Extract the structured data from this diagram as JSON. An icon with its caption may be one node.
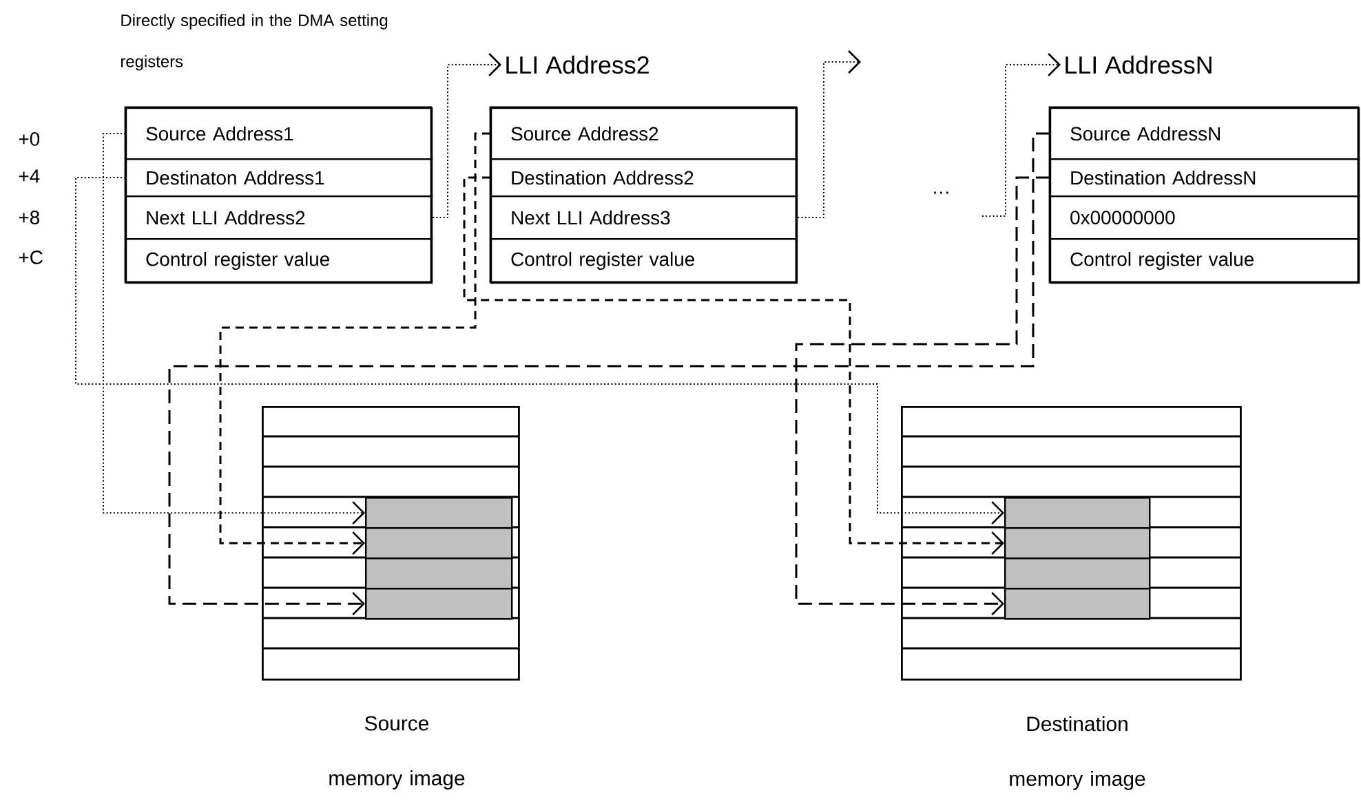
{
  "diagram": {
    "nodes": [
      {
        "text": [
          "Directly specified in the DMA setting registers"
        ]
      },
      {
        "text": [
          "Source Address1"
        ],
        "in": 0
      },
      {
        "text": [
          "Destinaton Address1"
        ],
        "in": 0
      },
      {
        "text": [
          "Next LLI Address2"
        ],
        "in": 0
      },
      {
        "text": [
          "Control register value"
        ],
        "in": 0
      },
      {
        "text": [
          "LLI Address2"
        ]
      },
      {
        "text": [
          "Source Address2"
        ],
        "in": 5
      },
      {
        "text": [
          "Destination Address2"
        ],
        "in": 5
      },
      {
        "text": [
          "Next LLI Address3"
        ],
        "in": 5
      },
      {
        "text": [
          "Control register value"
        ],
        "in": 5
      },
      {
        "text": [
          "LLI AddressN"
        ]
      },
      {
        "text": [
          "Source AddressN"
        ],
        "in": 10
      },
      {
        "text": [
          "Destination AddressN"
        ],
        "in": 10
      },
      {
        "text": [
          "0x00000000"
        ],
        "in": 10
      },
      {
        "text": [
          "Control register value"
        ],
        "in": 10
      },
      {
        "text": [
          "Source memory image"
        ]
      },
      {
        "text": [],
        "shape": "box",
        "in": 15
      },
      {
        "text": [],
        "shape": "box",
        "in": 15
      },
      {
        "text": [],
        "shape": "box",
        "in": 15
      },
      {
        "text": [],
        "shape": "box",
        "in": 15
      },
      {
        "text": [
          "Destination memory image"
        ]
      },
      {
        "text": [],
        "shape": "box",
        "in": 20
      },
      {
        "text": [],
        "shape": "box",
        "in": 20
      },
      {
        "text": [],
        "shape": "box",
        "in": 20
      },
      {
        "text": [],
        "shape": "box",
        "in": 20
      }
    ],
    "edges": [
      {
        "from": 3,
        "to": 5,
        "arrow": "to"
      },
      {
        "from": 8,
        "to": null,
        "arrow": "to"
      },
      {
        "from": null,
        "to": 10,
        "arrow": "to"
      },
      {
        "from": 1,
        "to": 16,
        "arrow": "to"
      },
      {
        "from": 2,
        "to": 21,
        "arrow": "to"
      },
      {
        "from": 6,
        "to": 17,
        "arrow": "to",
        "style": "dashed"
      },
      {
        "from": 7,
        "to": 22,
        "arrow": "to",
        "style": "dashed"
      },
      {
        "from": 11,
        "to": 19,
        "arrow": "to",
        "style": "dashed"
      },
      {
        "from": 12,
        "to": 24,
        "arrow": "to",
        "style": "dashed"
      }
    ],
    "labels": [
      "+0",
      "+4",
      "+8",
      "+C",
      "…"
    ]
  }
}
